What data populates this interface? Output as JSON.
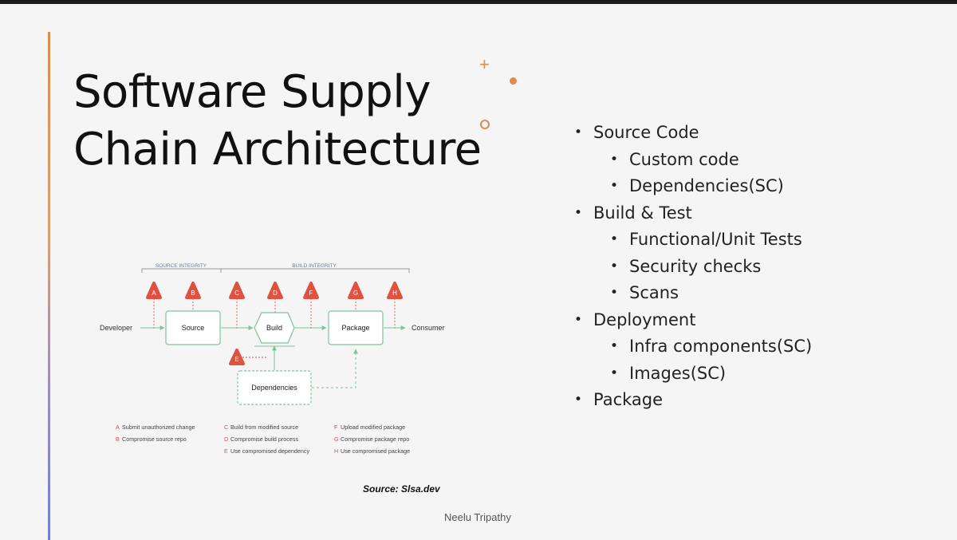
{
  "slide": {
    "title": "Software Supply\nChain Architecture",
    "author": "Neelu Tripathy",
    "source_caption": "Source: Slsa.dev",
    "accent_color": "#e08a4c",
    "icons": [
      "plus-icon",
      "dot-icon",
      "ring-icon"
    ]
  },
  "bullets": [
    {
      "text": "Source Code",
      "children": [
        "Custom code",
        "Dependencies(SC)"
      ]
    },
    {
      "text": "Build & Test",
      "children": [
        "Functional/Unit Tests",
        "Security checks",
        "Scans"
      ]
    },
    {
      "text": "Deployment",
      "children": [
        "Infra components(SC)",
        "Images(SC)"
      ]
    },
    {
      "text": "Package",
      "children": []
    }
  ],
  "diagram": {
    "section_labels": {
      "source": "SOURCE INTEGRITY",
      "build": "BUILD INTEGRITY"
    },
    "nodes": {
      "developer": "Developer",
      "source": "Source",
      "build": "Build",
      "package": "Package",
      "consumer": "Consumer",
      "dependencies": "Dependencies"
    },
    "threat_color": "#e0523f",
    "node_border_color": "#7cc49a",
    "threats": [
      "A",
      "B",
      "C",
      "D",
      "F",
      "G",
      "H",
      "E"
    ],
    "legend": [
      {
        "letter": "A",
        "text": "Submit unauthorized change"
      },
      {
        "letter": "B",
        "text": "Compromise source repo"
      },
      {
        "letter": "C",
        "text": "Build from modified source"
      },
      {
        "letter": "D",
        "text": "Compromise build process"
      },
      {
        "letter": "E",
        "text": "Use compromised dependency"
      },
      {
        "letter": "F",
        "text": "Upload modified package"
      },
      {
        "letter": "G",
        "text": "Compromise package repo"
      },
      {
        "letter": "H",
        "text": "Use compromised package"
      }
    ]
  }
}
